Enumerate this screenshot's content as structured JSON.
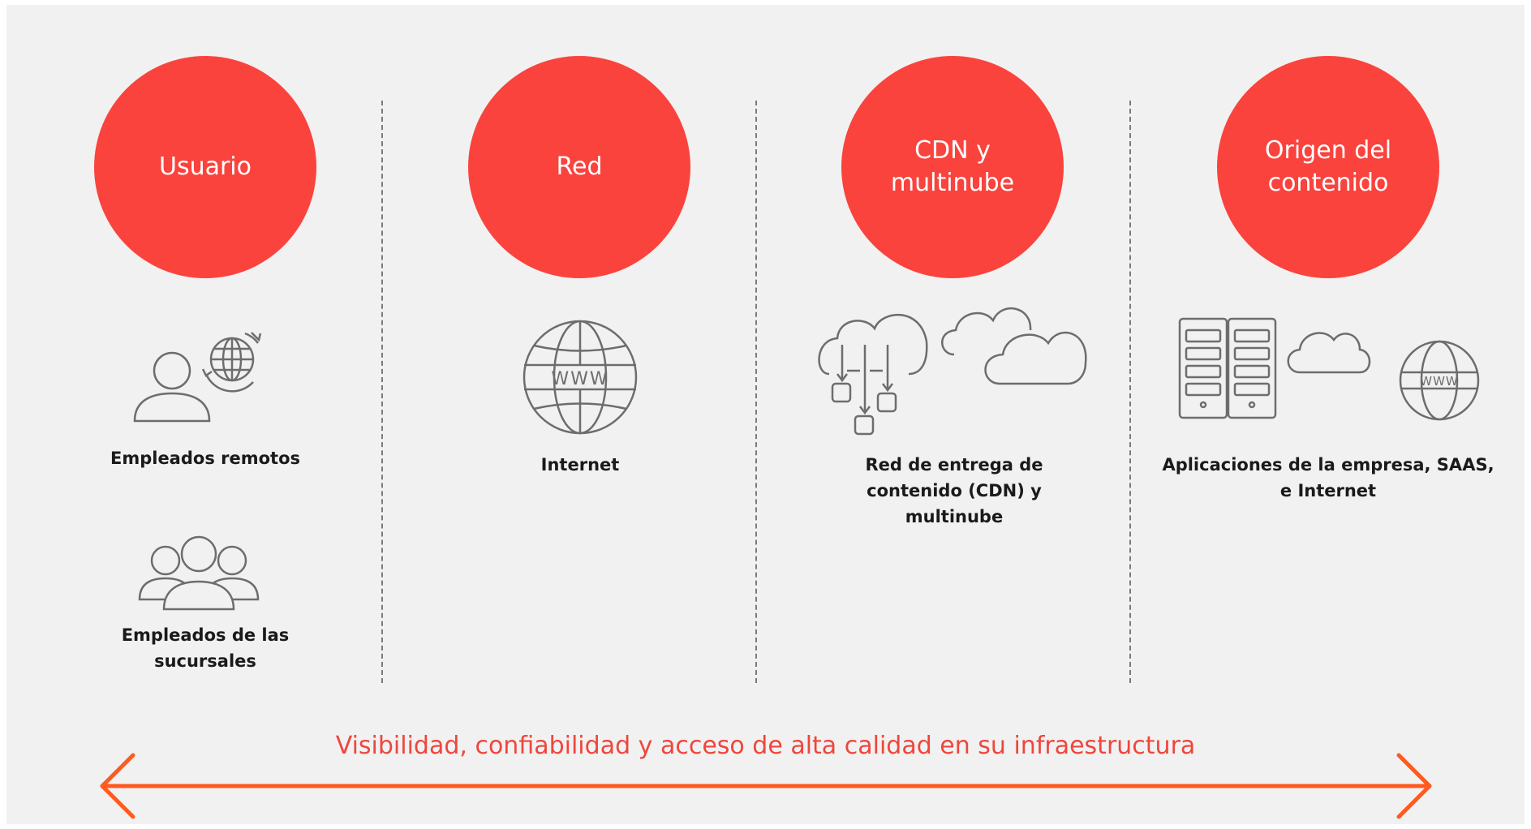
{
  "colors": {
    "circle": "#fa433d",
    "arrow": "#ff5a1f",
    "banner": "#ef463c",
    "icon_stroke": "#6d6d6d"
  },
  "columns": [
    {
      "title": "Usuario",
      "items": [
        {
          "icon": "remote-worker-globe-icon",
          "label": "Empleados remotos"
        },
        {
          "icon": "group-people-icon",
          "label": "Empleados de las sucursales"
        }
      ]
    },
    {
      "title": "Red",
      "items": [
        {
          "icon": "www-globe-icon",
          "label": "Internet"
        }
      ]
    },
    {
      "title": "CDN y multinube",
      "items": [
        {
          "icon": "cdn-multicloud-icon",
          "label": "Red de entrega de contenido (CDN) y multinube"
        }
      ]
    },
    {
      "title": "Origen del contenido",
      "items": [
        {
          "icon": "server-cloud-www-icon",
          "label": "Aplicaciones de la empresa, SAAS, e Internet"
        }
      ]
    }
  ],
  "banner": {
    "text": "Visibilidad, confiabilidad y acceso de alta calidad en su infraestructura",
    "icon": "double-arrow-icon"
  }
}
